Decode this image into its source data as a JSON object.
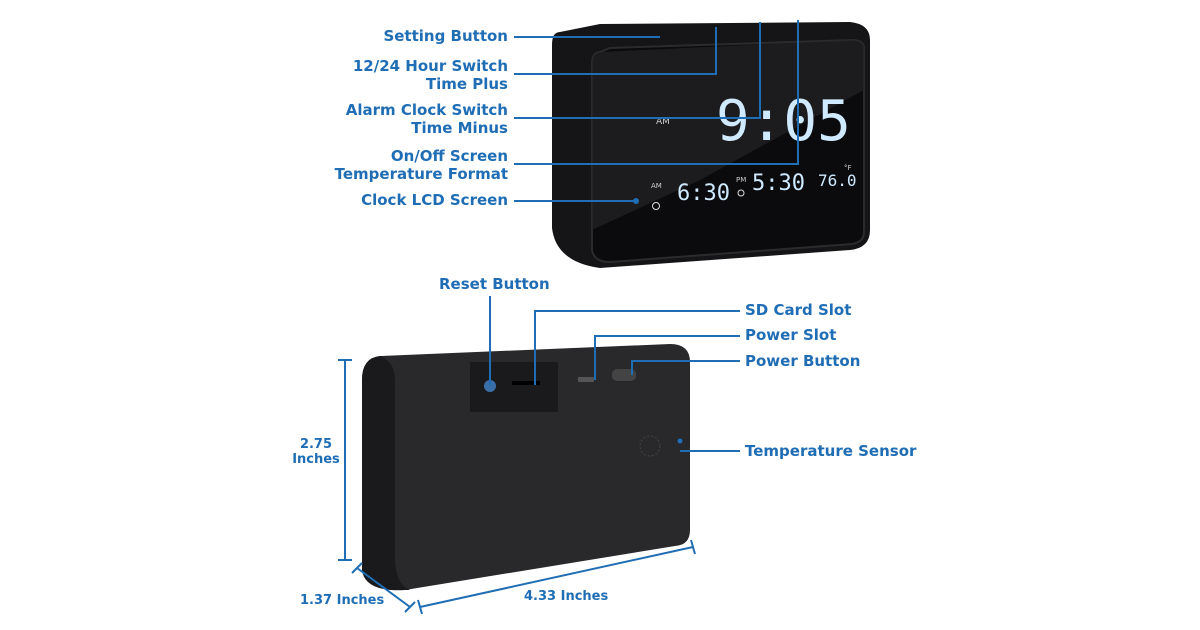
{
  "front_labels": {
    "setting": "Setting Button",
    "hour_switch": "12/24 Hour Switch",
    "time_plus": "Time Plus",
    "alarm_switch": "Alarm Clock Switch",
    "time_minus": "Time Minus",
    "onoff": "On/Off Screen",
    "temp_format": "Temperature Format",
    "lcd": "Clock LCD Screen"
  },
  "display": {
    "main_time": "9:05",
    "am_main": "AM",
    "alarm1_period": "AM",
    "alarm1": "6:30",
    "alarm2_period": "PM",
    "alarm2": "5:30",
    "temperature": "76.0",
    "temp_unit": "°F"
  },
  "back_labels": {
    "reset": "Reset Button",
    "sd": "SD Card Slot",
    "power_slot": "Power Slot",
    "power_button": "Power Button",
    "temp_sensor": "Temperature Sensor"
  },
  "dimensions": {
    "height_value": "2.75",
    "height_unit": "Inches",
    "depth": "1.37 Inches",
    "width": "4.33 Inches"
  },
  "colors": {
    "accent": "#1f6db4",
    "body": "#1b1b1d",
    "lcd": "#cfe9ff"
  }
}
